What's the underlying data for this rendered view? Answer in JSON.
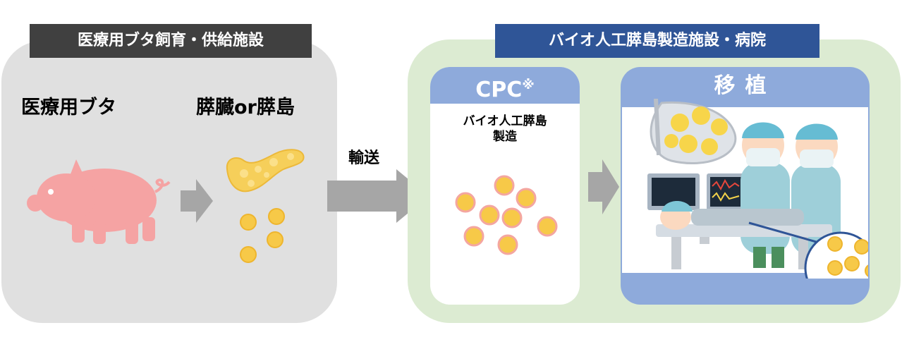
{
  "left_section": {
    "header": "医療用ブタ飼育・供給施設",
    "pig_label": "医療用ブタ",
    "organ_label": "膵臓or膵島"
  },
  "transport_label": "輸送",
  "right_section": {
    "header": "バイオ人工膵島製造施設・病院",
    "cpc": {
      "title": "CPC",
      "title_mark": "※",
      "text_line1": "バイオ人工膵島",
      "text_line2": "製造"
    },
    "transplant": {
      "title": "移植"
    }
  },
  "colors": {
    "left_header_bg": "#404040",
    "left_panel_bg": "#e0e0e0",
    "right_header_bg": "#2f5597",
    "right_panel_bg": "#dcebd2",
    "box_header_bg": "#8eaadb",
    "pig": "#f5a3a3",
    "islet": "#f7c948",
    "arrow": "#a6a6a6"
  }
}
